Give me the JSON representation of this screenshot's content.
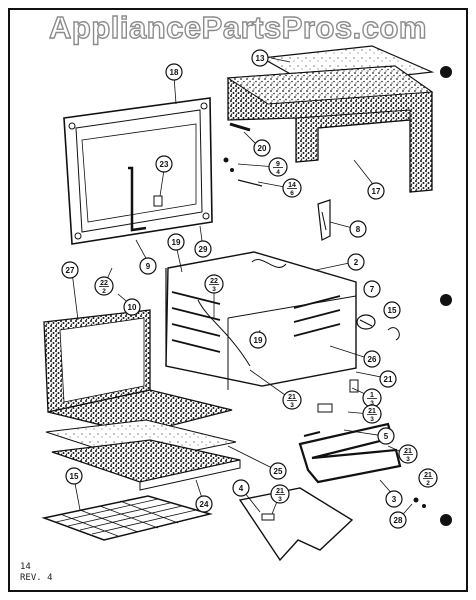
{
  "watermark": "AppliancePartsPros.com",
  "page_number": "14",
  "revision": "REV. 4",
  "callouts": [
    {
      "id": "c13",
      "top": "13"
    },
    {
      "id": "c18",
      "top": "18"
    },
    {
      "id": "c20",
      "top": "20"
    },
    {
      "id": "c23",
      "top": "23"
    },
    {
      "id": "c9a",
      "top": "9",
      "bottom": "4"
    },
    {
      "id": "c14a",
      "top": "14",
      "bottom": "6"
    },
    {
      "id": "c17",
      "top": "17"
    },
    {
      "id": "c8",
      "top": "8"
    },
    {
      "id": "c9b",
      "top": "9"
    },
    {
      "id": "c29",
      "top": "29"
    },
    {
      "id": "c19a",
      "top": "19"
    },
    {
      "id": "c2",
      "top": "2"
    },
    {
      "id": "c27",
      "top": "27"
    },
    {
      "id": "c22a",
      "top": "22",
      "bottom": "2"
    },
    {
      "id": "c22b",
      "top": "22",
      "bottom": "3"
    },
    {
      "id": "c10",
      "top": "10"
    },
    {
      "id": "c7",
      "top": "7"
    },
    {
      "id": "c15a",
      "top": "15"
    },
    {
      "id": "c19b",
      "top": "19"
    },
    {
      "id": "c26",
      "top": "26"
    },
    {
      "id": "c21a",
      "top": "21"
    },
    {
      "id": "c21b",
      "top": "21",
      "bottom": "3"
    },
    {
      "id": "c1",
      "top": "1",
      "bottom": "3"
    },
    {
      "id": "c21c",
      "top": "21",
      "bottom": "3"
    },
    {
      "id": "c5",
      "top": "5"
    },
    {
      "id": "c21d",
      "top": "21",
      "bottom": "3"
    },
    {
      "id": "c25",
      "top": "25"
    },
    {
      "id": "c21e",
      "top": "21",
      "bottom": "2"
    },
    {
      "id": "c3",
      "top": "3"
    },
    {
      "id": "c15b",
      "top": "15"
    },
    {
      "id": "c24",
      "top": "24"
    },
    {
      "id": "c4",
      "top": "4"
    },
    {
      "id": "c21f",
      "top": "21",
      "bottom": "3"
    },
    {
      "id": "c28",
      "top": "28"
    }
  ]
}
